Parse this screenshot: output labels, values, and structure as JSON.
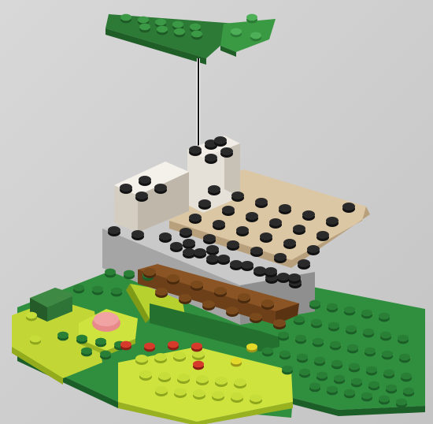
{
  "scene": {
    "subject": "lego-build-instruction-step",
    "colors": {
      "background": "#cfcfcf",
      "stud_black": "#1a1a1a",
      "base_green": "#2f8f3e",
      "base_green_dark": "#1f6a2c",
      "lime": "#c9dd3a",
      "lime_dark": "#9db324",
      "tan": "#dcc7a4",
      "tan_dark": "#b9a07c",
      "light_gray": "#bdbdbd",
      "light_gray_dark": "#8f8f8f",
      "white_brick": "#e9e4dc",
      "white_brick_dark": "#c4bdb2",
      "brown": "#8a5424",
      "brown_dark": "#5e3716",
      "dark_green_plate": "#2b7a33",
      "red_stud": "#d63a2a",
      "yellow_stud": "#e4d92a",
      "pink_round": "#e98a8a",
      "guide_line": "#111111"
    },
    "icons": [
      "green-wedge-plate-piece",
      "placement-guide-line",
      "assembled-lego-model"
    ]
  }
}
